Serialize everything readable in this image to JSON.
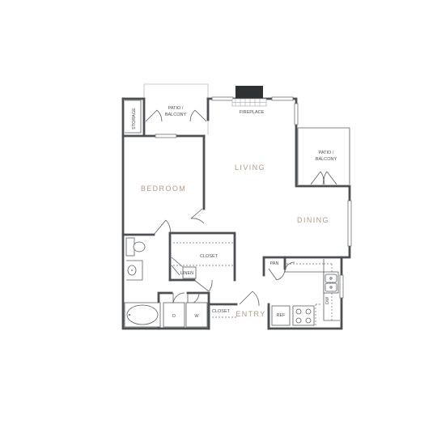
{
  "rooms": {
    "bedroom": "BEDROOM",
    "living": "LIVING",
    "dining": "DINING",
    "entry": "ENTRY"
  },
  "labels": {
    "storage": "STORAGE",
    "patio_left": [
      "PATIO /",
      "BALCONY"
    ],
    "patio_right": [
      "PATIO /",
      "BALCONY"
    ],
    "fireplace": "FIREPLACE",
    "closet_bedroom": "CLOSET",
    "linen": "LINEN",
    "pantry": "PAN",
    "closet_entry": "CLOSET",
    "refrigerator": "REF",
    "dishwasher": "DW",
    "dryer": "D",
    "washer": "W"
  },
  "colors": {
    "wall": "#4c5054",
    "room_label": "#b49a84",
    "small_label": "#4b4f52",
    "fireplace": "#2d3134"
  }
}
